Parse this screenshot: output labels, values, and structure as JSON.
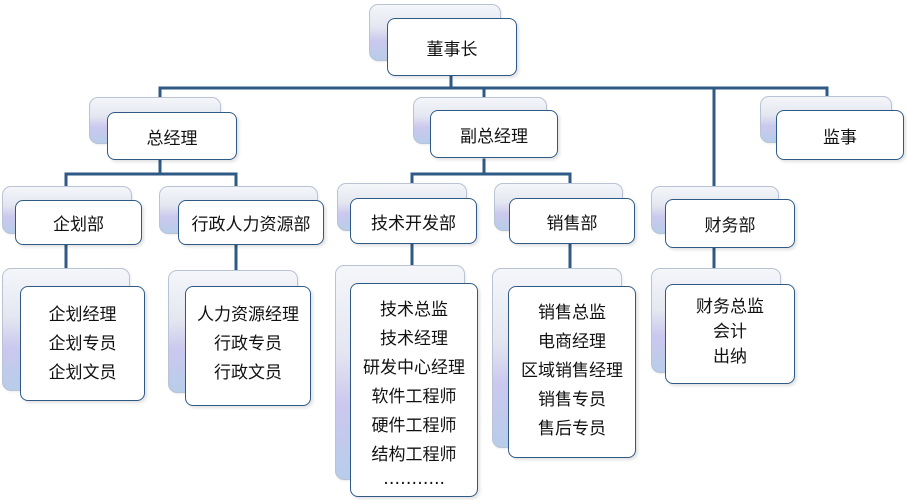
{
  "nodes": {
    "chairman": "董事长",
    "gm": "总经理",
    "dgm": "副总经理",
    "supervisor": "监事",
    "planning": "企划部",
    "hr": "行政人力资源部",
    "tech": "技术开发部",
    "sales": "销售部",
    "finance": "财务部"
  },
  "lists": {
    "planning": [
      "企划经理",
      "企划专员",
      "企划文员"
    ],
    "hr": [
      "人力资源经理",
      "行政专员",
      "行政文员"
    ],
    "tech": [
      "技术总监",
      "技术经理",
      "研发中心经理",
      "软件工程师",
      "硬件工程师",
      "结构工程师",
      "……….."
    ],
    "sales": [
      "销售总监",
      "电商经理",
      "区域销售经理",
      "销售专员",
      "售后专员"
    ],
    "finance": [
      "财务总监",
      "会计",
      "出纳"
    ]
  },
  "colors": {
    "connector": "#2f5a86",
    "border": "#2f5a86"
  }
}
